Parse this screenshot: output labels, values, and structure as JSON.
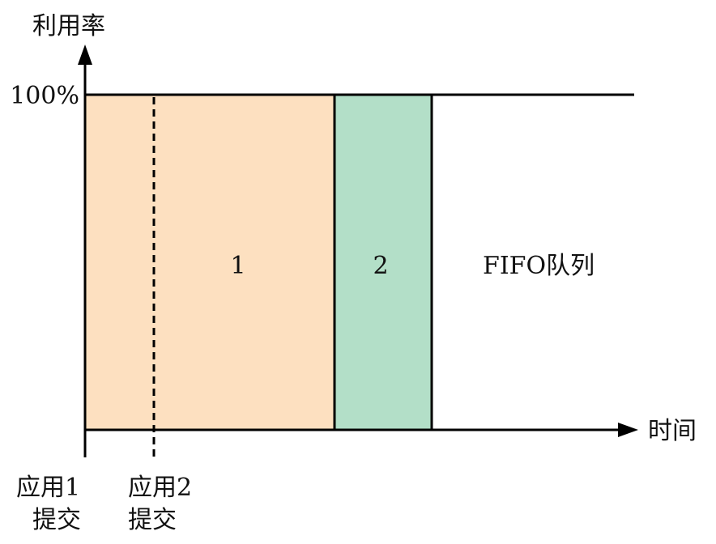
{
  "diagram": {
    "y_axis_label": "利用率",
    "x_axis_label": "时间",
    "top_tick_label": "100%",
    "queue_label": "FIFO队列",
    "blocks": [
      {
        "label": "1",
        "color": "#fde0c0"
      },
      {
        "label": "2",
        "color": "#b3dfc8"
      }
    ],
    "events": [
      {
        "line1": "应用1",
        "line2": "提交"
      },
      {
        "line1": "应用2",
        "line2": "提交"
      }
    ],
    "colors": {
      "axis": "#000000",
      "block1": "#fde0c0",
      "block2": "#b3dfc8"
    }
  }
}
